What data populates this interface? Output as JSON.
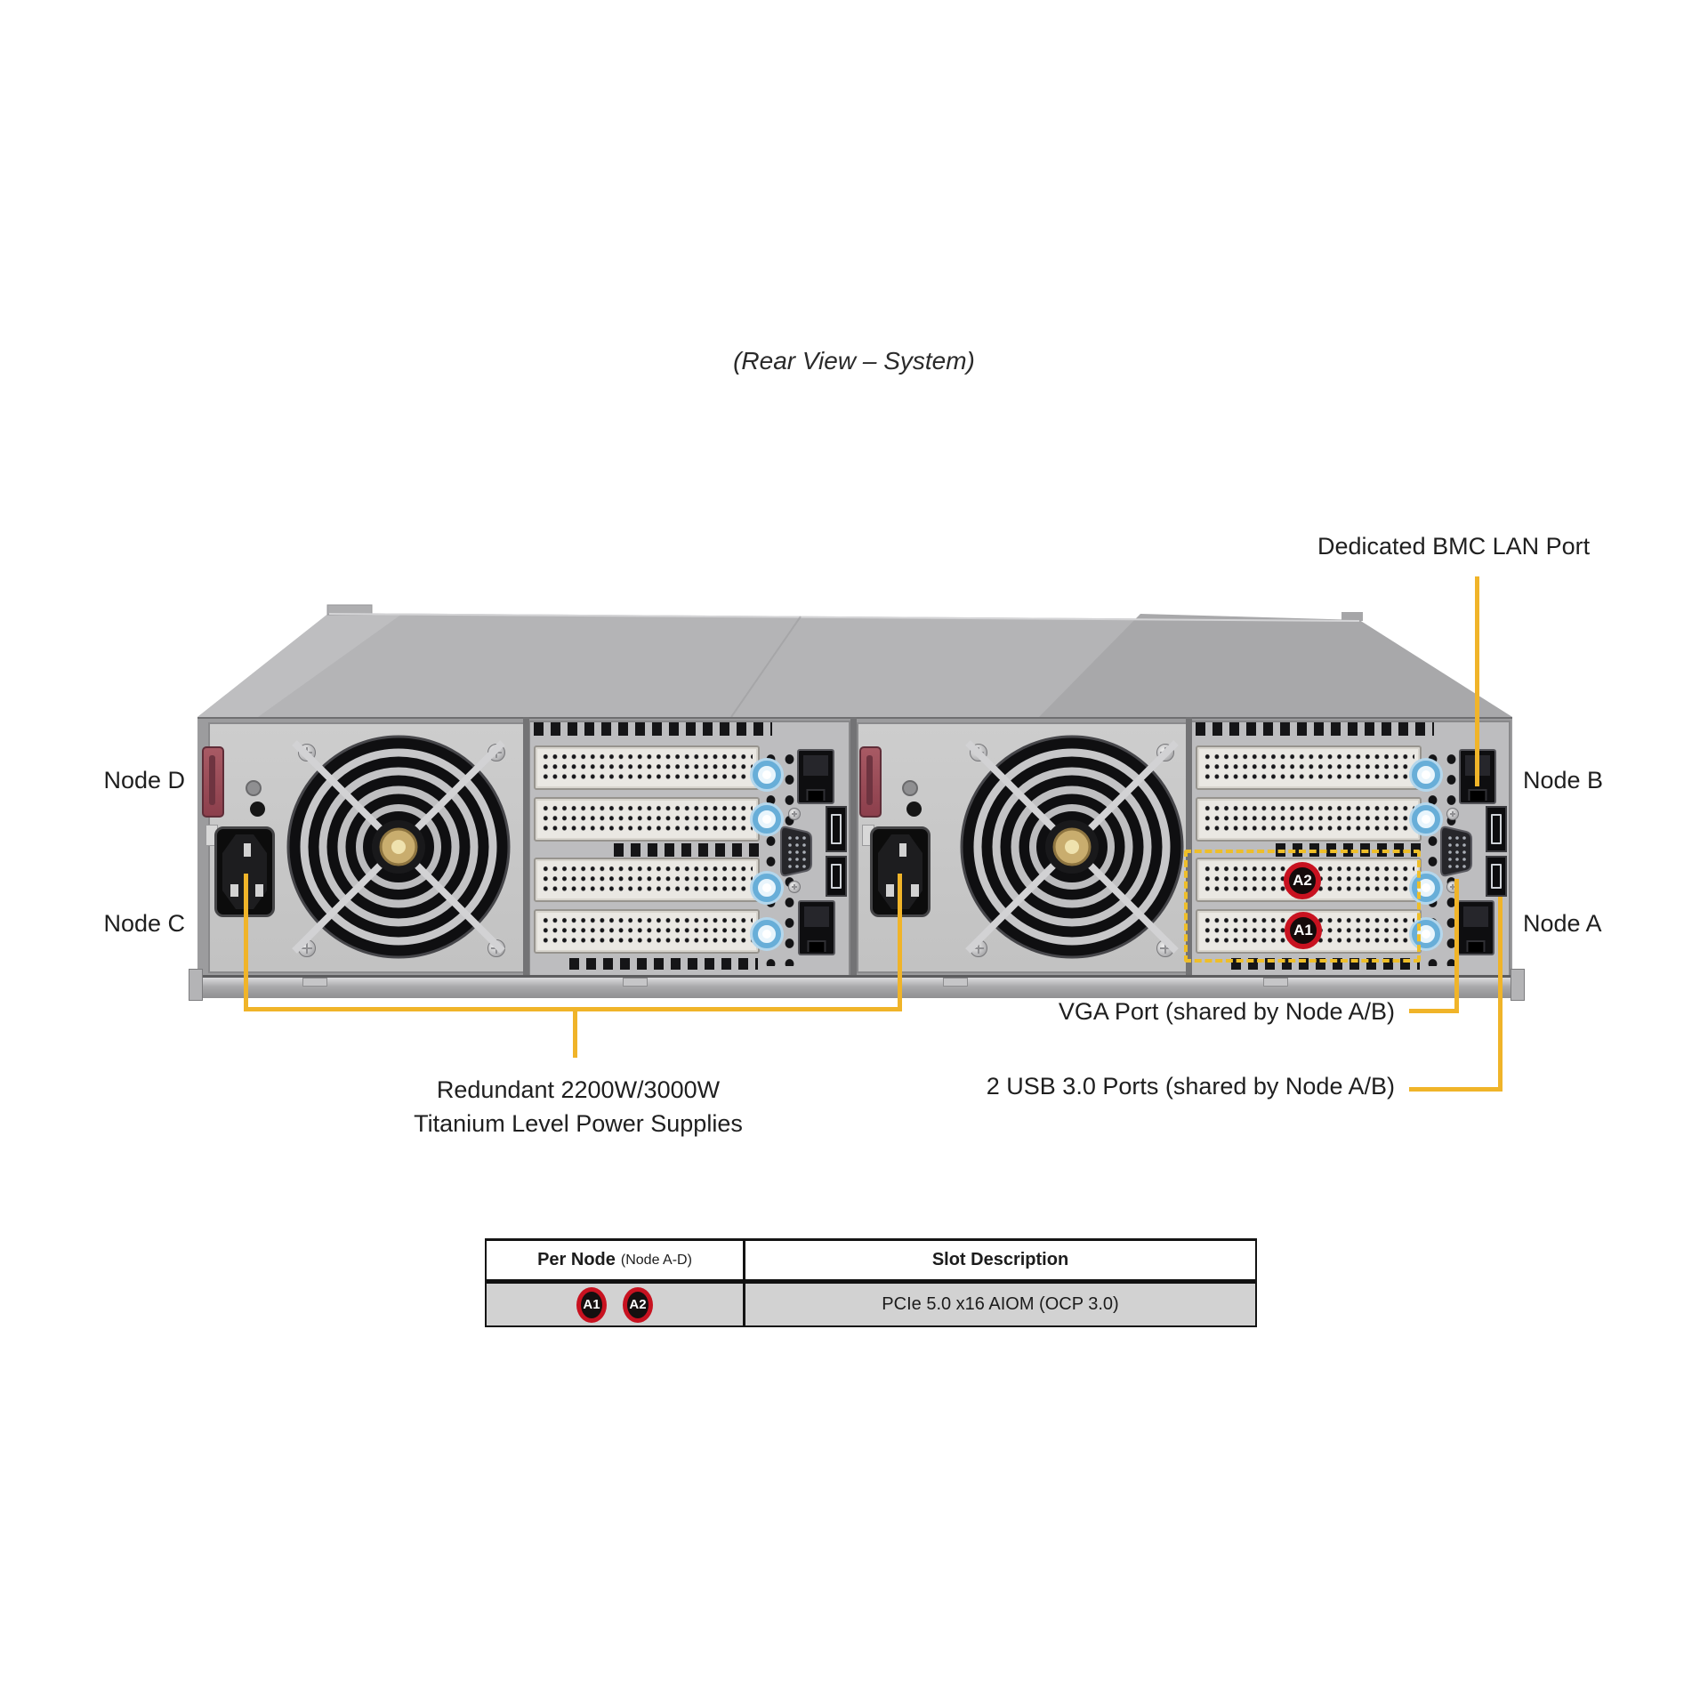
{
  "title": "(Rear View – System)",
  "diagram": {
    "bmc_label": "Dedicated BMC LAN Port",
    "vga_label": "VGA Port (shared by Node A/B)",
    "usb_label": "2 USB 3.0 Ports (shared by Node A/B)",
    "psu_label_line1": "Redundant 2200W/3000W",
    "psu_label_line2": "Titanium Level Power Supplies",
    "node_labels": {
      "node_a": "Node A",
      "node_b": "Node B",
      "node_c": "Node C",
      "node_d": "Node D"
    },
    "slot_badges": {
      "a1": "A1",
      "a2": "A2"
    }
  },
  "table": {
    "header": {
      "per_node_bold": "Per Node",
      "per_node_note": "(Node A-D)",
      "slot_description": "Slot Description"
    },
    "row": {
      "badge_a1": "A1",
      "badge_a2": "A2",
      "description": "PCIe 5.0 x16 AIOM (OCP 3.0)"
    }
  },
  "colors": {
    "callout_yellow": "#F0B429",
    "dashed_box_yellow": "#EEBE29",
    "badge_red": "#C81220",
    "table_row_bg": "#D2D2D2",
    "chassis_gray": "#B4B4B6"
  }
}
